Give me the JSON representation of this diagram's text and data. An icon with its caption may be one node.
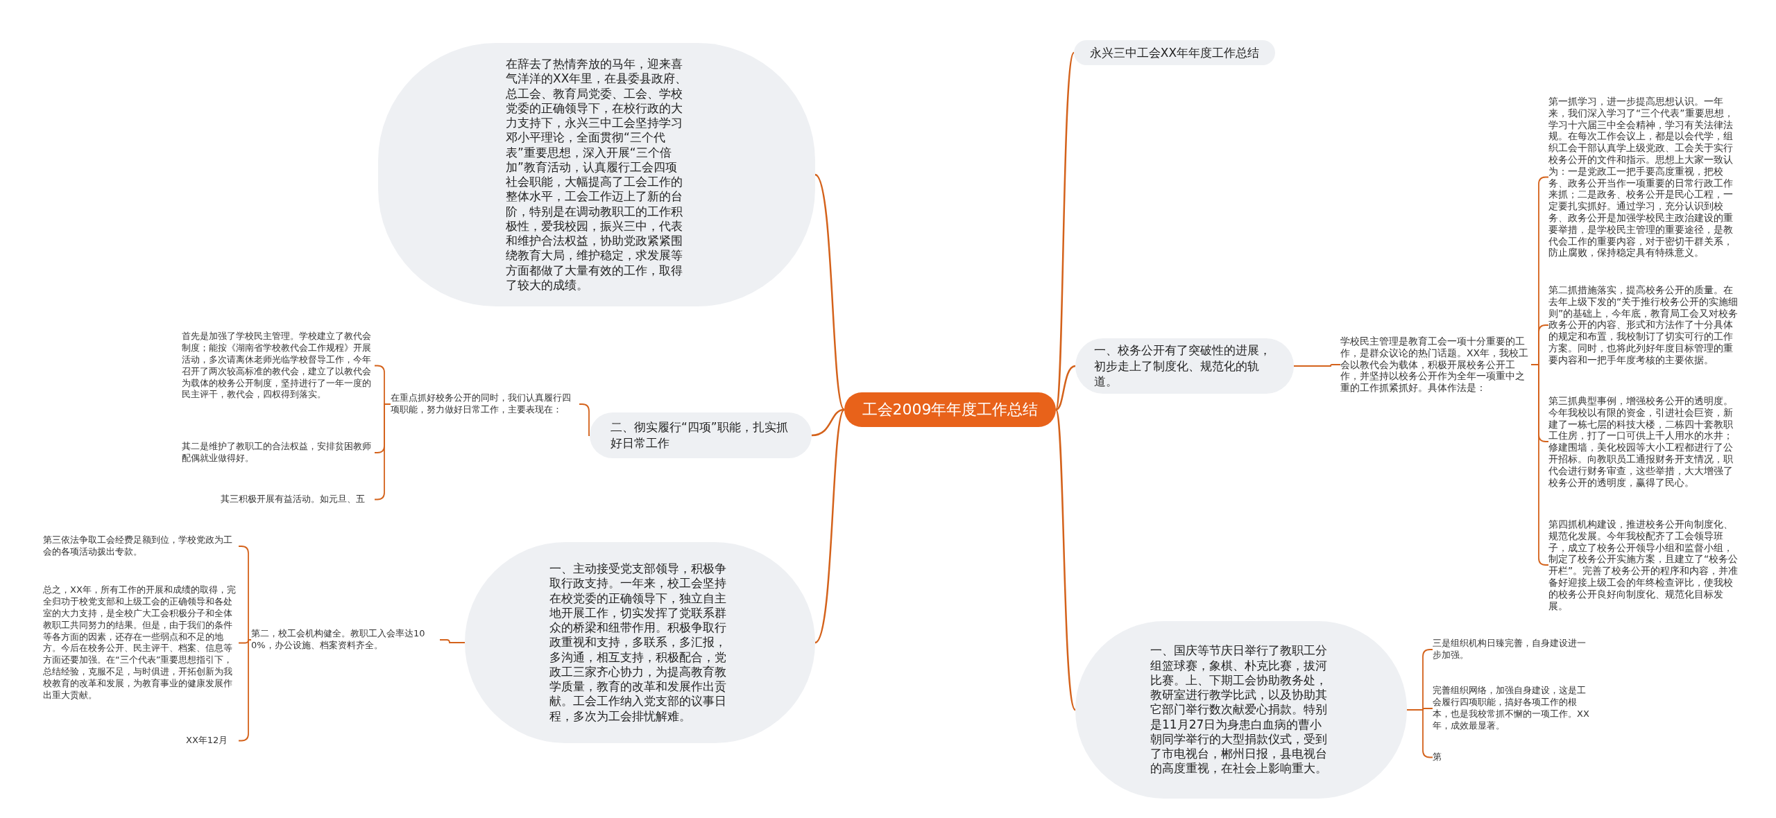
{
  "diagram": {
    "nodes": [
      {
        "text": [
          "工会2009年年度工作总结"
        ]
      },
      {
        "text": [
          "在辞去了热情奔放的马年，迎来喜气洋洋的XX年里，在县委县政府、总工会、教育局党委、工会、学校党委的正确领导下，在校行政的大力支持下，永兴三中工会坚持学习邓小平理论，全面贯彻“三个代表”重要思想，深入开展“三个倍加”教育活动，认真履行工会四项社会职能，大幅提高了工会工作的整体水平，工会工作迈上了新的台阶，特别是在调动教职工的工作积极性，爱我校园，振兴三中，代表和维护合法权益，协助党政紧紧围绕教育大局，维护稳定，求发展等方面都做了大量有效的工作，取得了较大的成绩。"
        ]
      },
      {
        "text": [
          "永兴三中工会XX年年度工作总结"
        ]
      },
      {
        "text": [
          "二、彻实履行“四项”职能，扎实抓好日常工作"
        ]
      },
      {
        "text": [
          "在重点抓好校务公开的同时，我们认真履行四项职能，努力做好日常工作，主要表现在："
        ]
      },
      {
        "text": [
          "首先是加强了学校民主管理。学校建立了教代会制度；能按《湖南省学校教代会工作规程》开展活动，多次请离休老师光临学校督导工作，今年召开了两次较高标准的教代会，建立了以教代会为载体的校务公开制度，坚持进行了一年一度的民主评干，教代会，四权得到落实。"
        ]
      },
      {
        "text": [
          "其二是维护了教职工的合法权益，安排贫困教师配偶就业做得好。"
        ]
      },
      {
        "text": [
          "其三积极开展有益活动。如元旦、五"
        ]
      },
      {
        "text": [
          "一、校务公开有了突破性的进展，初步走上了制度化、规范化的轨道。"
        ]
      },
      {
        "text": [
          "学校民主管理是教育工会一项十分重要的工作，是群众议论的热门话题。XX年，我校工会以教代会为载体，积极开展校务公开工作，并坚持以校务公开作为全年一项重中之重的工作抓紧抓好。具体作法是："
        ]
      },
      {
        "text": [
          "第一抓学习，进一步提高思想认识。一年来，我们深入学习了“三个代表”重要思想，学习十六届三中全会精神，学习有关法律法规。在每次工作会议上，都是以会代学，组织工会干部认真学上级党政、工会关于实行校务公开的文件和指示。思想上大家一致认为：一是党政工一把手要高度重视，把校务、政务公开当作一项重要的日常行政工作来抓；二是政务、校务公开是民心工程，一定要扎实抓好。通过学习，充分认识到校务、政务公开是加强学校民主政治建设的重要举措，是学校民主管理的重要途径，是教代会工作的重要内容，对于密切干群关系，防止腐败，保持稳定具有特殊意义。"
        ]
      },
      {
        "text": [
          "第二抓措施落实，提高校务公开的质量。在去年上级下发的“关于推行校务公开的实施细则”的基础上，今年底，教育局工会又对校务政务公开的内容、形式和方法作了十分具体的规定和布置，我校制订了切实可行的工作方案。同时，也将此列好年度目标管理的重要内容和一把手年度考核的主要依据。"
        ]
      },
      {
        "text": [
          "第三抓典型事例，增强校务公开的透明度。今年我校以有限的资金，引进社会巨资，新建了一栋七层的科技大楼，二栋四十套教职工住房，打了一口可供上千人用水的水井；修建围墙，美化校园等大小工程都进行了公开招标。向教职员工通报财务开支情况，职代会进行财务审查，这些举措，大大增强了校务公开的透明度，赢得了民心。"
        ]
      },
      {
        "text": [
          "第四抓机构建设，推进校务公开向制度化、规范化发展。今年我校配齐了工会领导班子，成立了校务公开领导小组和监督小组，制定了校务公开实施方案，且建立了“校务公开栏”。完善了校务公开的程序和内容，并准备好迎接上级工会的年终检查评比，使我校的校务公开良好向制度化、规范化目标发展。"
        ]
      },
      {
        "text": [
          "一、主动接受党支部领导，积极争取行政支持。一年来，校工会坚持在校党委的正确领导下，独立自主地开展工作，切实发挥了党联系群众的桥梁和纽带作用。积极争取行政重视和支持，多联系，多汇报，多沟通，相互支持，积极配合，党政工三家齐心协力，为提高教育教学质量，教育的改革和发展作出贡献。工会工作纳入党支部的议事日程，多次为工会排忧解难。"
        ]
      },
      {
        "text": [
          "第二，校工会机构健全。教职工入会率达100%，办公设施、档案资料齐全。"
        ]
      },
      {
        "text": [
          "第三依法争取工会经费足额到位，学校党政为工会的各项活动拨出专款。"
        ]
      },
      {
        "text": [
          "总之，XX年，所有工作的开展和成绩的取得，完全归功于校党支部和上级工会的正确领导和各处室的大力支持，是全校广大工会积极分子和全体教职工共同努力的结果。但是，由于我们的条件等各方面的因素，还存在一些弱点和不足的地方。今后在校务公开、民主评干、档案、信息等方面还要加强。在“三个代表”重要思想指引下，总结经验，克服不足，与时俱进，开拓创新为我校教育的改革和发展，为教育事业的健康发展作出重大贡献。"
        ]
      },
      {
        "text": [
          "XX年12月"
        ]
      },
      {
        "text": [
          "一、国庆等节庆日举行了教职工分组篮球赛，象棋、朴克比赛，拔河比赛。上、下期工会协助教务处，教研室进行教学比武，以及协助其它部门举行数次献爱心捐款。特别是11月27日为身患白血病的曹小朝同学举行的大型捐款仪式，受到了市电视台，郴州日报，县电视台的高度重视，在社会上影响重大。"
        ]
      },
      {
        "text": [
          "三是组织机构日臻完善，自身建设进一步加强。"
        ]
      },
      {
        "text": [
          "完善组织网络，加强自身建设，这是工会履行四项职能，搞好各项工作的根本，也是我校常抓不懈的一项工作。XX年，成效最显著。"
        ]
      },
      {
        "text": [
          "第"
        ]
      }
    ],
    "edges": [
      {
        "from": 0,
        "to": 1,
        "arrow": "none"
      },
      {
        "from": 0,
        "to": 2,
        "arrow": "none"
      },
      {
        "from": 0,
        "to": 3,
        "arrow": "none"
      },
      {
        "from": 3,
        "to": 4,
        "arrow": "none"
      },
      {
        "from": 4,
        "to": 5,
        "arrow": "none"
      },
      {
        "from": 4,
        "to": 6,
        "arrow": "none"
      },
      {
        "from": 4,
        "to": 7,
        "arrow": "none"
      },
      {
        "from": 0,
        "to": 8,
        "arrow": "none"
      },
      {
        "from": 8,
        "to": 9,
        "arrow": "none"
      },
      {
        "from": 9,
        "to": 10,
        "arrow": "none"
      },
      {
        "from": 9,
        "to": 11,
        "arrow": "none"
      },
      {
        "from": 9,
        "to": 12,
        "arrow": "none"
      },
      {
        "from": 9,
        "to": 13,
        "arrow": "none"
      },
      {
        "from": 0,
        "to": 14,
        "arrow": "none"
      },
      {
        "from": 14,
        "to": 15,
        "arrow": "none"
      },
      {
        "from": 15,
        "to": 16,
        "arrow": "none"
      },
      {
        "from": 15,
        "to": 17,
        "arrow": "none"
      },
      {
        "from": 15,
        "to": 18,
        "arrow": "none"
      },
      {
        "from": 0,
        "to": 19,
        "arrow": "none"
      },
      {
        "from": 19,
        "to": 20,
        "arrow": "none"
      },
      {
        "from": 19,
        "to": 21,
        "arrow": "none"
      },
      {
        "from": 19,
        "to": 22,
        "arrow": "none"
      }
    ]
  }
}
